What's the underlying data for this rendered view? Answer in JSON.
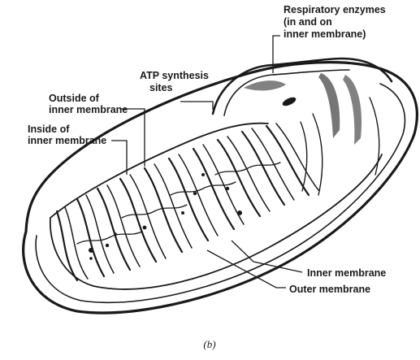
{
  "labels": {
    "respiratory_enzymes": [
      "Respiratory enzymes",
      "(in and on",
      "inner membrane)"
    ],
    "atp_synthesis_sites": [
      "ATP synthesis",
      "sites"
    ],
    "outside_inner_membrane": [
      "Outside of",
      "inner membrane"
    ],
    "inside_inner_membrane": [
      "Inside of",
      "inner membrane"
    ],
    "inner_membrane": "Inner membrane",
    "outer_membrane": "Outer membrane"
  },
  "caption": "(b)"
}
